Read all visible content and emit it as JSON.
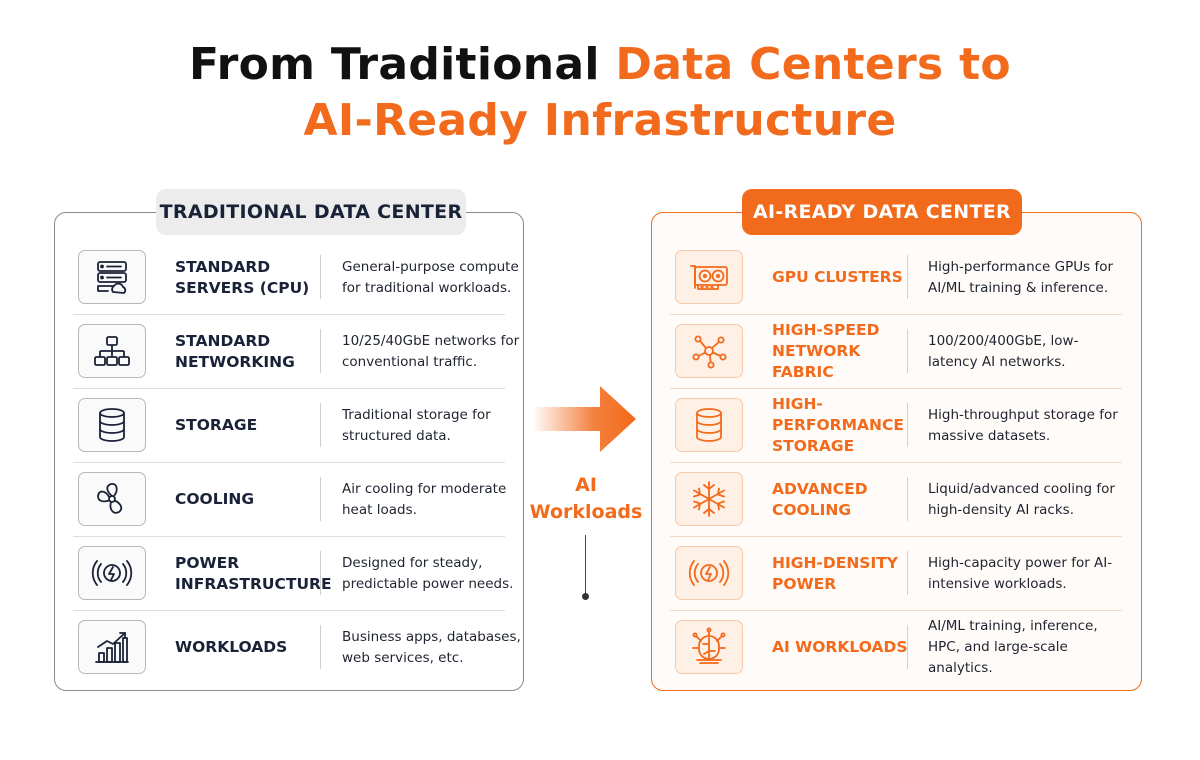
{
  "title": {
    "line1_dark": "From Traditional ",
    "line1_orange": "Data Centers to",
    "line2_orange": "AI-Ready Infrastructure"
  },
  "traditional": {
    "heading": "TRADITIONAL DATA CENTER",
    "rows": [
      {
        "label": "STANDARD SERVERS (CPU)",
        "desc": "General-purpose compute for traditional workloads.",
        "icon": "server-icon"
      },
      {
        "label": "STANDARD NETWORKING",
        "desc": "10/25/40GbE networks for conventional traffic.",
        "icon": "network-icon"
      },
      {
        "label": "STORAGE",
        "desc": "Traditional storage for structured data.",
        "icon": "database-icon"
      },
      {
        "label": "COOLING",
        "desc": "Air cooling for moderate heat loads.",
        "icon": "fan-icon"
      },
      {
        "label": "POWER INFRASTRUCTURE",
        "desc": "Designed for steady, predictable power needs.",
        "icon": "power-icon"
      },
      {
        "label": "WORKLOADS",
        "desc": "Business apps, databases, web services, etc.",
        "icon": "bar-chart-icon"
      }
    ]
  },
  "ai_ready": {
    "heading": "AI-READY DATA CENTER",
    "rows": [
      {
        "label": "GPU CLUSTERS",
        "desc": "High-performance GPUs for AI/ML training & inference.",
        "icon": "gpu-icon"
      },
      {
        "label": "HIGH-SPEED NETWORK FABRIC",
        "desc": "100/200/400GbE, low-latency AI networks.",
        "icon": "network-node-icon"
      },
      {
        "label": "HIGH-PERFORMANCE STORAGE",
        "desc": "High-throughput storage for massive datasets.",
        "icon": "database-icon"
      },
      {
        "label": "ADVANCED COOLING",
        "desc": "Liquid/advanced cooling for high-density AI racks.",
        "icon": "snowflake-icon"
      },
      {
        "label": "HIGH-DENSITY POWER",
        "desc": "High-capacity power for AI-intensive workloads.",
        "icon": "power-icon"
      },
      {
        "label": "AI WORKLOADS",
        "desc": "AI/ML training, inference, HPC, and large-scale analytics.",
        "icon": "ai-brain-icon"
      }
    ]
  },
  "transition": {
    "label": "AI Workloads"
  },
  "colors": {
    "accent": "#f26a1b",
    "dark_text": "#1a2238"
  }
}
